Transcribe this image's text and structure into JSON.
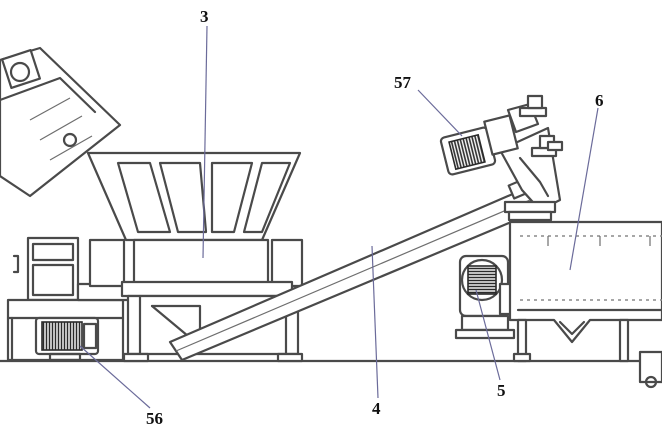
{
  "labels": {
    "shredder": "3",
    "screw_conveyor": "4",
    "motor": "5",
    "tank": "6",
    "shredder_motor": "56",
    "conveyor_motor": "57"
  }
}
